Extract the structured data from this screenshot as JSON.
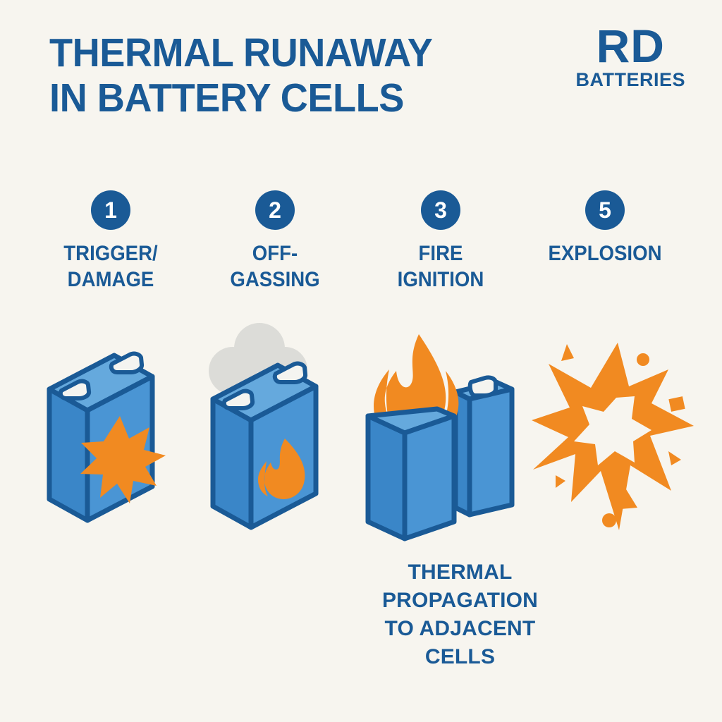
{
  "poster": {
    "background_color": "#f7f5ef",
    "title_lines": [
      "Thermal Runaway",
      "in Battery Cells"
    ],
    "logo": {
      "mark": "RD",
      "subtitle": "BATTERIES"
    },
    "colors": {
      "navy": "#1a5a96",
      "battery_front": "#4a95d4",
      "battery_side": "#3a86c8",
      "battery_top": "#65a9dd",
      "orange": "#f18a21",
      "smoke_grey": "#dcdcd8",
      "terminal": "#f4f4f0"
    },
    "steps": [
      {
        "number": "1",
        "label_lines": [
          "Trigger/",
          "Damage"
        ],
        "icon": "battery-cell-with-impact-starburst"
      },
      {
        "number": "2",
        "label_lines": [
          "Off-",
          "Gassing"
        ],
        "icon": "battery-cell-venting-smoke-with-flame-mark"
      },
      {
        "number": "3",
        "label_lines": [
          "Fire",
          "Ignition"
        ],
        "icon": "two-battery-cells-one-burning"
      },
      {
        "number": "5",
        "label_lines": [
          "Explosion"
        ],
        "icon": "explosion-starburst-with-debris"
      }
    ],
    "caption_lines": [
      "Thermal",
      "Propagation",
      "to Adjacent",
      "Cells"
    ]
  }
}
